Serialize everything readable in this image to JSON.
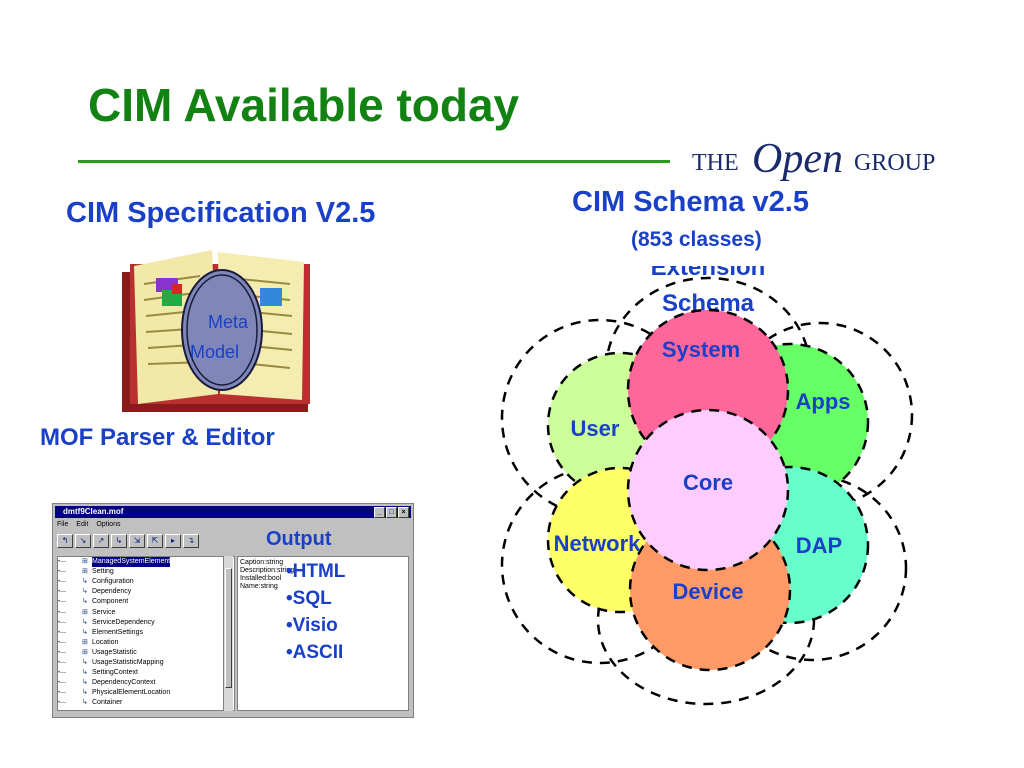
{
  "slide": {
    "title": "CIM Available today"
  },
  "logo": {
    "text_the": "THE",
    "text_open": "Open",
    "text_group": "GROUP"
  },
  "spec": {
    "title": "CIM Specification V2.5",
    "book_label_line1": "Meta",
    "book_label_line2": "Model",
    "mof_label": "MOF Parser & Editor"
  },
  "editor": {
    "window_title": "dmtf9Clean.mof",
    "menu": [
      "File",
      "Edit",
      "Options"
    ],
    "tree_items": [
      {
        "label": "ManagedSystemElement",
        "icon": "plus-box-icon",
        "selected": true
      },
      {
        "label": "Setting",
        "icon": "plus-box-icon",
        "selected": false
      },
      {
        "label": "Configuration",
        "icon": "arrow-icon",
        "selected": false
      },
      {
        "label": "Dependency",
        "icon": "arrow-icon",
        "selected": false
      },
      {
        "label": "Component",
        "icon": "arrow-icon",
        "selected": false
      },
      {
        "label": "Service",
        "icon": "plus-box-icon",
        "selected": false
      },
      {
        "label": "ServiceDependency",
        "icon": "arrow-icon",
        "selected": false
      },
      {
        "label": "ElementSettings",
        "icon": "arrow-icon",
        "selected": false
      },
      {
        "label": "Location",
        "icon": "plus-box-icon",
        "selected": false
      },
      {
        "label": "UsageStatistic",
        "icon": "plus-box-icon",
        "selected": false
      },
      {
        "label": "UsageStatisticMapping",
        "icon": "arrow-icon",
        "selected": false
      },
      {
        "label": "SettingContext",
        "icon": "arrow-icon",
        "selected": false
      },
      {
        "label": "DependencyContext",
        "icon": "arrow-icon",
        "selected": false
      },
      {
        "label": "PhysicalElementLocation",
        "icon": "arrow-icon",
        "selected": false
      },
      {
        "label": "Container",
        "icon": "arrow-icon",
        "selected": false
      }
    ],
    "properties": [
      "Caption:string",
      "Description:string",
      "Installed:bool",
      "Name:string"
    ]
  },
  "output": {
    "title": "Output",
    "items": [
      "•HTML",
      "•SQL",
      "•Visio",
      "•ASCII"
    ]
  },
  "schema": {
    "title": "CIM Schema v2.5",
    "subtitle": "(853 classes)",
    "extension_line1": "Extension",
    "extension_line2": "Schema",
    "circles": {
      "system": "System",
      "apps": "Apps",
      "user": "User",
      "core": "Core",
      "network": "Network",
      "dap": "DAP",
      "device": "Device"
    },
    "colors": {
      "system": "#ff6699",
      "apps": "#66ff66",
      "user": "#ccff99",
      "core": "#ffccff",
      "network": "#ffff66",
      "dap": "#66ffcc",
      "device": "#ff9966"
    }
  },
  "colors": {
    "title": "#128212",
    "accent_blue": "#1a40c8",
    "rule": "#2a9a1a"
  }
}
